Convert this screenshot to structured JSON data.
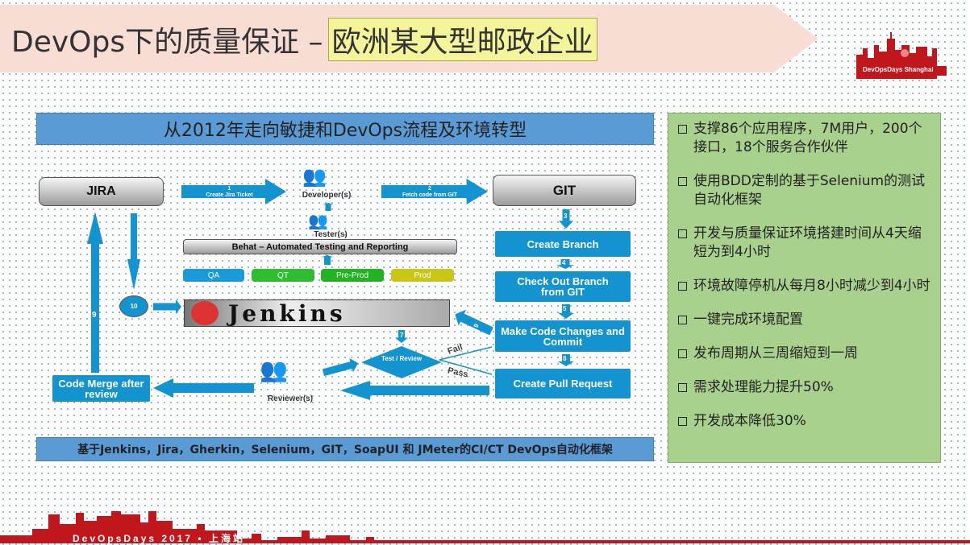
{
  "title": {
    "main": "DevOps下的质量保证 –",
    "highlight": "欧洲某大型邮政企业"
  },
  "logo": {
    "text": "DevOpsDays Shanghai"
  },
  "diagram": {
    "header": "从2012年走向敏捷和DevOps流程及环境转型",
    "footer": "基于Jenkins，Jira，Gherkin，Selenium，GIT，SoapUI 和 JMeter的CI/CT DevOps自动化框架",
    "jira": "JIRA",
    "git": "GIT",
    "step1": {
      "num": "1",
      "label": "Create Jira Ticket"
    },
    "step2": {
      "num": "2",
      "label": "Fetch code from GIT"
    },
    "developer": "Developer(s)",
    "tester": "Tester(s)",
    "reviewer": "Reviewer(s)",
    "behat": "Behat – Automated Testing and Reporting",
    "envs": [
      "QA",
      "QT",
      "Pre-Prod",
      "Prod"
    ],
    "jenkins": "Jenkins",
    "create_branch": "Create Branch",
    "checkout": "Check Out Branch from GIT",
    "make_changes": "Make Code Changes and Commit",
    "pull_request": "Create Pull Request",
    "code_merge": "Code Merge after review",
    "test_review": "Test / Review",
    "fail": "Fail",
    "pass": "Pass",
    "nums": [
      "3",
      "4",
      "5",
      "6",
      "7",
      "8",
      "9",
      "10"
    ]
  },
  "panel": {
    "items": [
      "支撑86个应用程序，7M用户，200个接口，18个服务合作伙伴",
      "使用BDD定制的基于Selenium的测试自动化框架",
      "开发与质量保证环境搭建时间从4天缩短为到4小时",
      "环境故障停机从每月8小时减少到4小时",
      "一键完成环境配置",
      "发布周期从三周缩短到一周",
      "需求处理能力提升50%",
      "开发成本降低30%"
    ]
  },
  "footer": {
    "text": "DevOpsDays 2017 • 上海站"
  },
  "colors": {
    "accent": "#1393cf",
    "panel": "#a9d18e",
    "skyline": "#c0171c"
  }
}
